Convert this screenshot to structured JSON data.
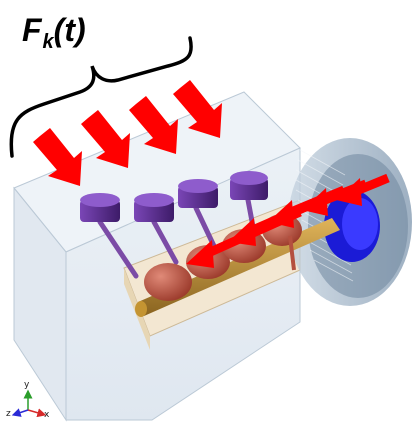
{
  "title": {
    "main": "F",
    "subscript": "k",
    "argument": "(t)"
  },
  "triad": {
    "y_label": "y",
    "z_label": "z",
    "x_label": "x"
  },
  "colors": {
    "block": "#e4ecf3",
    "block_edge": "#aebfce",
    "arrow": "#ff0000",
    "piston": "#5b2a8f",
    "crankshaft": "#b4503f",
    "flywheel": "#8ea7c0",
    "bearing": "#1a1aff",
    "shaft": "#b98a2a"
  },
  "counts": {
    "top_arrows": 4,
    "pistons": 4,
    "side_arrows": 5
  }
}
